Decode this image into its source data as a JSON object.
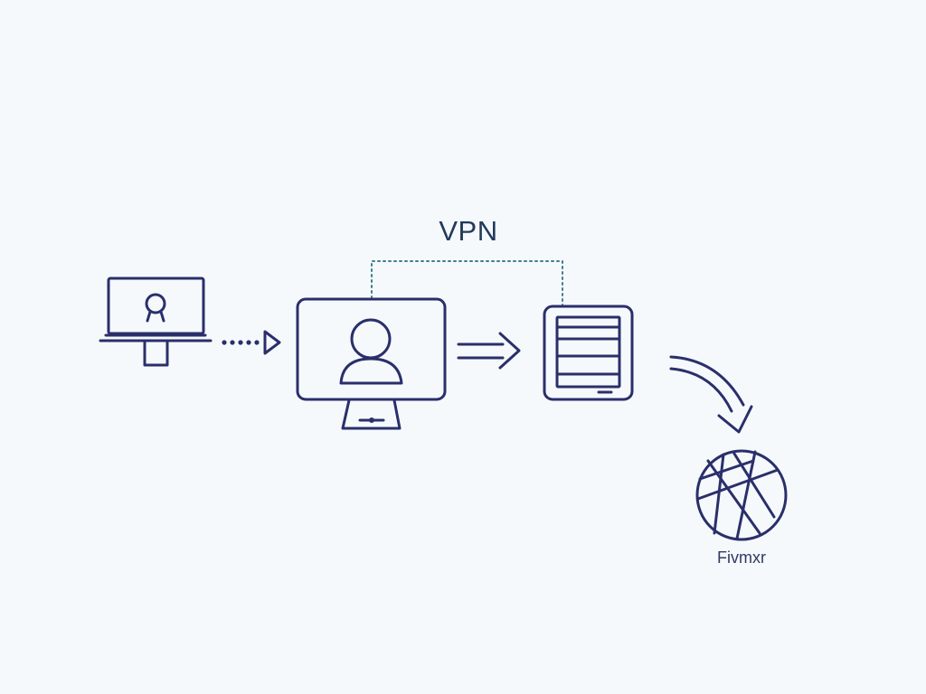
{
  "diagram": {
    "vpn_label": "VPN",
    "globe_label": "Fivmxr",
    "nodes": [
      {
        "id": "laptop",
        "icon": "laptop-certificate-icon"
      },
      {
        "id": "desktop",
        "icon": "desktop-user-icon"
      },
      {
        "id": "server",
        "icon": "server-rack-icon"
      },
      {
        "id": "internet",
        "icon": "globe-icon"
      }
    ],
    "links": [
      {
        "from": "laptop",
        "to": "desktop",
        "style": "dotted-arrow"
      },
      {
        "from": "desktop",
        "to": "server",
        "style": "double-arrow"
      },
      {
        "from": "desktop",
        "to": "server",
        "style": "dotted-bracket",
        "label": "VPN"
      },
      {
        "from": "server",
        "to": "internet",
        "style": "curved-arrow"
      }
    ],
    "colors": {
      "background": "#f6f9fb",
      "stroke": "#2a2f6b",
      "vpn_line": "#3d7f8f",
      "vpn_text": "#223b5a"
    }
  }
}
